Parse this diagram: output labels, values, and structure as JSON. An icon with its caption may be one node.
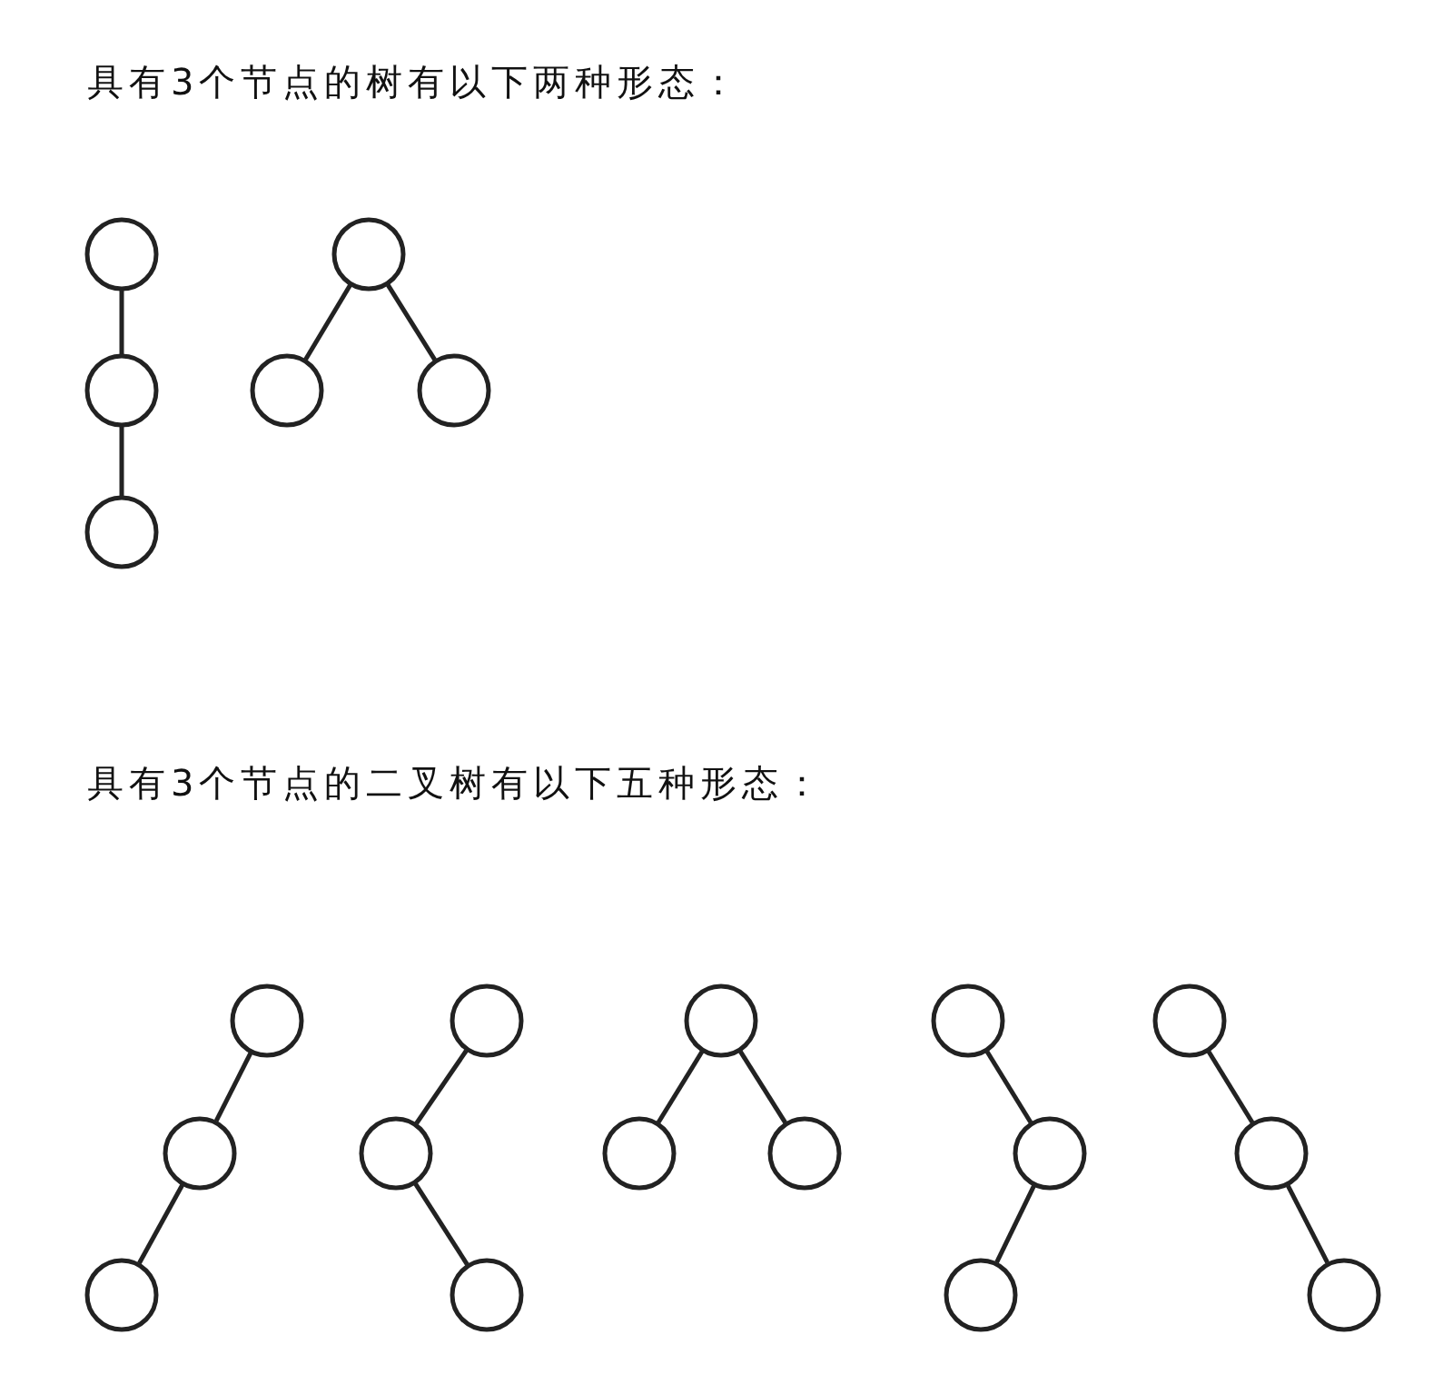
{
  "diagram": {
    "nodes": [
      {
        "text": [],
        "shape": "circle"
      },
      {
        "text": [],
        "shape": "circle"
      },
      {
        "text": [],
        "shape": "circle"
      },
      {
        "text": [],
        "shape": "circle"
      },
      {
        "text": [],
        "shape": "circle"
      },
      {
        "text": [],
        "shape": "circle"
      },
      {
        "text": [],
        "shape": "circle"
      },
      {
        "text": [],
        "shape": "circle"
      },
      {
        "text": [],
        "shape": "circle"
      },
      {
        "text": [],
        "shape": "circle"
      },
      {
        "text": [],
        "shape": "circle"
      },
      {
        "text": [],
        "shape": "circle"
      },
      {
        "text": [],
        "shape": "circle"
      },
      {
        "text": [],
        "shape": "circle"
      },
      {
        "text": [],
        "shape": "circle"
      },
      {
        "text": [],
        "shape": "circle"
      },
      {
        "text": [],
        "shape": "circle"
      },
      {
        "text": [],
        "shape": "circle"
      },
      {
        "text": [],
        "shape": "circle"
      },
      {
        "text": [],
        "shape": "circle"
      },
      {
        "text": [],
        "shape": "circle"
      }
    ],
    "edges": [
      {
        "from": 0,
        "to": 1,
        "arrow": "none"
      },
      {
        "from": 1,
        "to": 2,
        "arrow": "none"
      },
      {
        "from": 3,
        "to": 4,
        "arrow": "none"
      },
      {
        "from": 3,
        "to": 5,
        "arrow": "none"
      },
      {
        "from": 6,
        "to": 7,
        "arrow": "none"
      },
      {
        "from": 7,
        "to": 8,
        "arrow": "none"
      },
      {
        "from": 9,
        "to": 10,
        "arrow": "none"
      },
      {
        "from": 10,
        "to": 11,
        "arrow": "none"
      },
      {
        "from": 12,
        "to": 13,
        "arrow": "none"
      },
      {
        "from": 12,
        "to": 14,
        "arrow": "none"
      },
      {
        "from": 15,
        "to": 16,
        "arrow": "none"
      },
      {
        "from": 16,
        "to": 17,
        "arrow": "none"
      },
      {
        "from": 18,
        "to": 19,
        "arrow": "none"
      },
      {
        "from": 19,
        "to": 20,
        "arrow": "none"
      }
    ],
    "labels": [
      "具有3个节点的树有以下两种形态：",
      "具有3个节点的二叉树有以下五种形态："
    ]
  }
}
